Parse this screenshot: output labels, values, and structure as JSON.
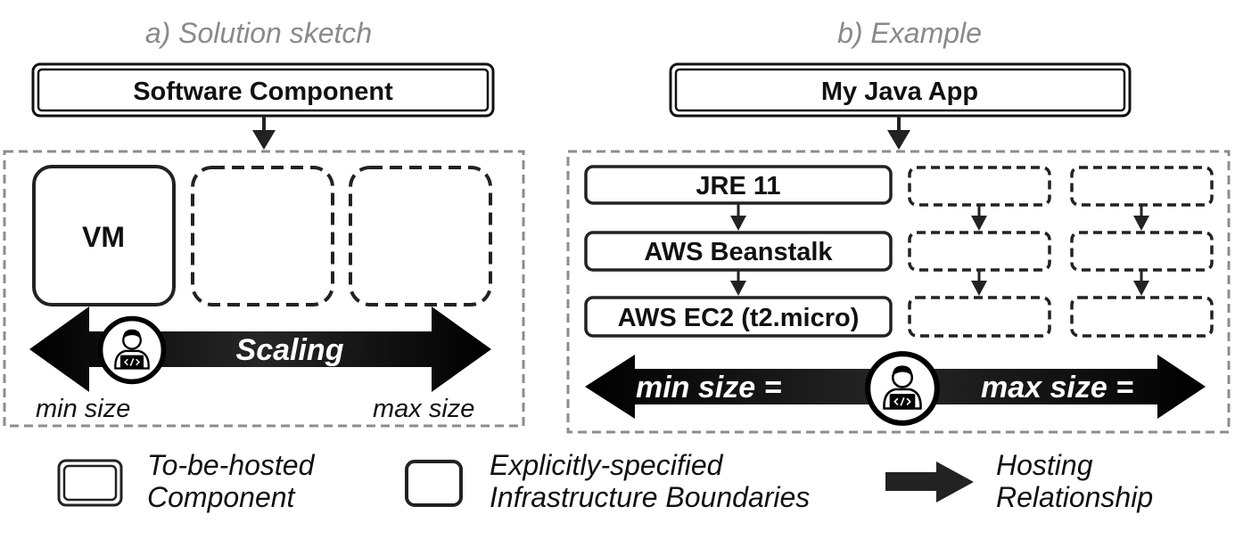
{
  "headings": {
    "left": "a) Solution sketch",
    "right": "b) Example"
  },
  "left": {
    "component": "Software Component",
    "vm": "VM",
    "scaling": "Scaling",
    "min_size": "min size",
    "max_size": "max size",
    "actor_icon": "developer-icon"
  },
  "right": {
    "component": "My Java App",
    "stack": [
      "JRE 11",
      "AWS Beanstalk",
      "AWS EC2 (t2.micro)"
    ],
    "min_size": "min size =",
    "max_size": "max size =",
    "actor_icon": "developer-icon"
  },
  "legend": [
    {
      "icon": "double-border-box-icon",
      "line1": "To-be-hosted",
      "line2": "Component"
    },
    {
      "icon": "rounded-box-icon",
      "line1": "Explicitly-specified",
      "line2": "Infrastructure Boundaries"
    },
    {
      "icon": "arrow-right-icon",
      "line1": "Hosting",
      "line2": "Relationship"
    }
  ],
  "colors": {
    "heading": "#8a8a8a",
    "panel_border": "#8c8c8c",
    "ink": "#111111",
    "arrow": "#000000"
  }
}
